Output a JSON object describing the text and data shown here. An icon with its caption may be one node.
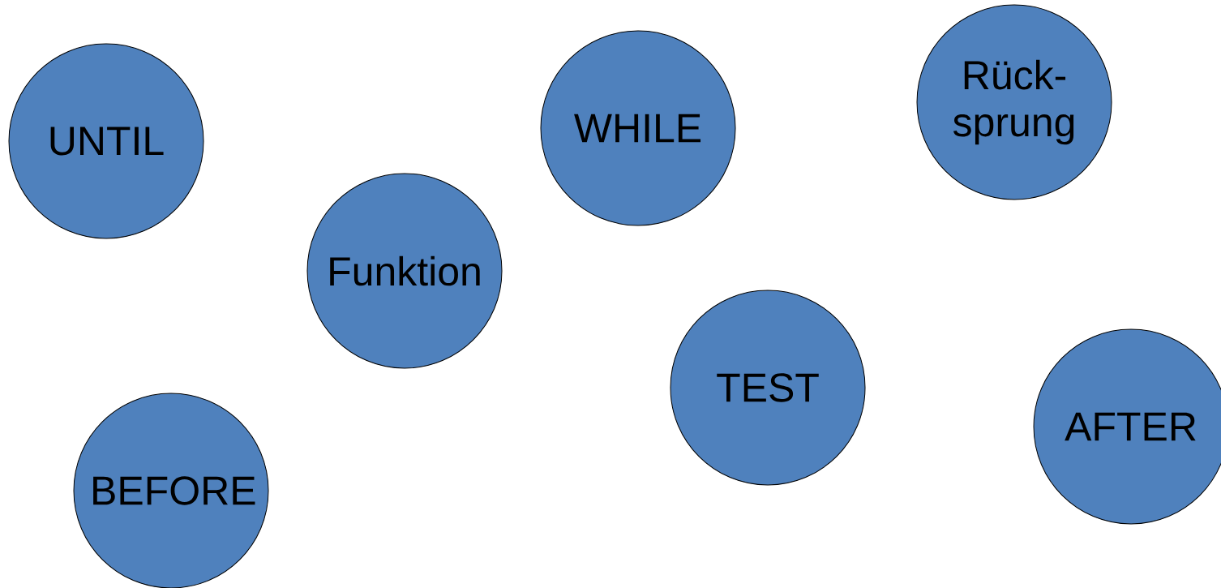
{
  "diagram": {
    "nodes": [
      {
        "text": [
          "Rück- sprung"
        ]
      },
      {
        "text": [
          "WHILE"
        ]
      },
      {
        "text": [
          "UNTIL"
        ]
      },
      {
        "text": [
          "Funktion"
        ]
      },
      {
        "text": [
          "TEST"
        ]
      },
      {
        "text": [
          "AFTER"
        ]
      },
      {
        "text": [
          "BEFORE"
        ]
      }
    ]
  }
}
